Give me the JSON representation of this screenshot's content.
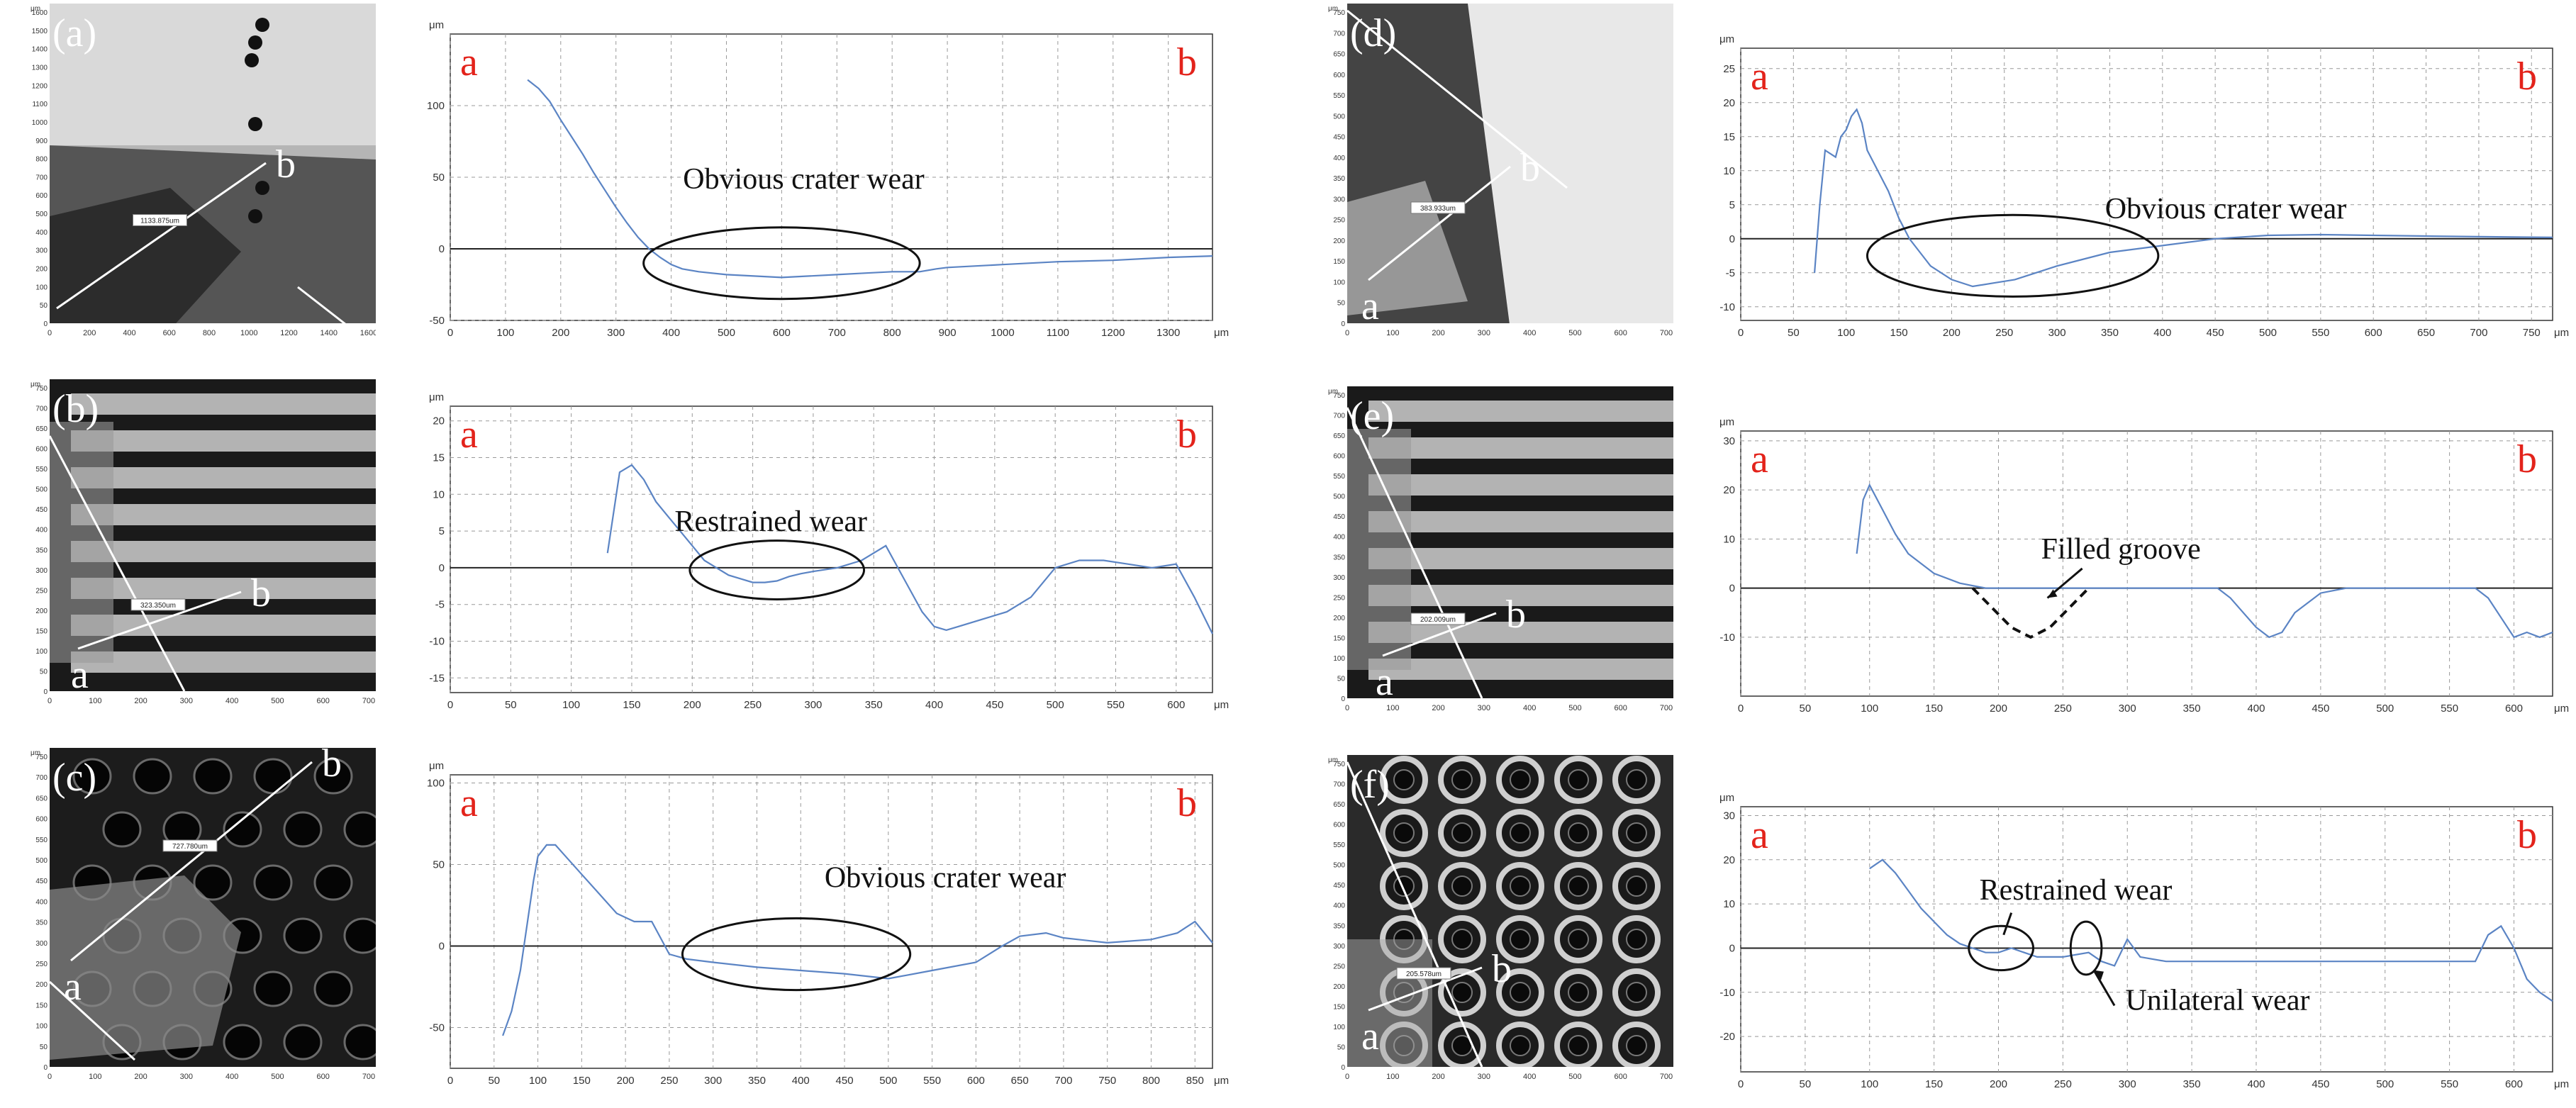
{
  "figure": {
    "microscope_unit": "μm",
    "endpoint_a": "a",
    "endpoint_b": "b"
  },
  "chart_data": [
    {
      "type": "line",
      "panel": "(a)",
      "panel_key": "a",
      "micro_measure": "1133.875um",
      "micro_ticks_x": [
        "0",
        "200",
        "400",
        "600",
        "800",
        "1000",
        "1200",
        "1400",
        "1600"
      ],
      "micro_ticks_y": [
        "0",
        "50",
        "100",
        "200",
        "300",
        "400",
        "500",
        "600",
        "700",
        "800",
        "900",
        "1000",
        "1100",
        "1200",
        "1300",
        "1400",
        "1500",
        "1600"
      ],
      "y_unit": "μm",
      "x_unit": "μm",
      "xlim": [
        0,
        1380
      ],
      "ylim": [
        -50,
        150
      ],
      "x_ticks": [
        0,
        100,
        200,
        300,
        400,
        500,
        600,
        700,
        800,
        900,
        1000,
        1100,
        1200,
        1300
      ],
      "y_ticks": [
        -50,
        0,
        50,
        100
      ],
      "left_label": "a",
      "right_label": "b",
      "series": [
        {
          "x": [
            140,
            160,
            180,
            200,
            220,
            240,
            260,
            280,
            300,
            320,
            340,
            360,
            380,
            400,
            420,
            450,
            500,
            550,
            600,
            650,
            700,
            750,
            800,
            850,
            880,
            900,
            1000,
            1100,
            1200,
            1300,
            1380
          ],
          "y": [
            118,
            112,
            103,
            90,
            78,
            66,
            53,
            41,
            29,
            18,
            8,
            0,
            -6,
            -11,
            -14,
            -16,
            -18,
            -19,
            -20,
            -19,
            -18,
            -17,
            -16,
            -16,
            -14,
            -13,
            -11,
            -9,
            -8,
            -6,
            -5
          ]
        }
      ],
      "annotations": [
        {
          "text": "Obvious crater wear",
          "x": 640,
          "y": 42
        },
        {
          "ellipse": true,
          "cx": 600,
          "cy": -10,
          "rx_data": 250,
          "ry_data": 25
        }
      ]
    },
    {
      "type": "line",
      "panel": "(b)",
      "panel_key": "b",
      "micro_measure": "323.350um",
      "micro_ticks_x": [
        "0",
        "100",
        "200",
        "300",
        "400",
        "500",
        "600",
        "700"
      ],
      "micro_ticks_y": [
        "0",
        "50",
        "100",
        "150",
        "200",
        "250",
        "300",
        "350",
        "400",
        "450",
        "500",
        "550",
        "600",
        "650",
        "700",
        "750"
      ],
      "y_unit": "μm",
      "x_unit": "μm",
      "xlim": [
        0,
        630
      ],
      "ylim": [
        -17,
        22
      ],
      "x_ticks": [
        0,
        50,
        100,
        150,
        200,
        250,
        300,
        350,
        400,
        450,
        500,
        550,
        600
      ],
      "y_ticks": [
        -15,
        -10,
        -5,
        0,
        5,
        10,
        15,
        20
      ],
      "left_label": "a",
      "right_label": "b",
      "series": [
        {
          "x": [
            130,
            140,
            150,
            160,
            170,
            180,
            190,
            200,
            210,
            220,
            230,
            240,
            250,
            260,
            270,
            280,
            290,
            300,
            320,
            340,
            360,
            370,
            380,
            390,
            400,
            410,
            420,
            440,
            460,
            480,
            500,
            520,
            540,
            560,
            580,
            600,
            615,
            630
          ],
          "y": [
            2,
            13,
            14,
            12,
            9,
            7,
            5,
            3,
            1,
            0,
            -1,
            -1.5,
            -2,
            -2,
            -1.8,
            -1.2,
            -0.8,
            -0.5,
            0,
            1,
            3,
            0,
            -3,
            -6,
            -8,
            -8.5,
            -8,
            -7,
            -6,
            -4,
            0,
            1,
            1,
            0.5,
            0,
            0.5,
            -4,
            -9
          ]
        }
      ],
      "annotations": [
        {
          "text": "Restrained wear",
          "x": 265,
          "y": 5
        },
        {
          "ellipse": true,
          "cx": 270,
          "cy": -0.3,
          "rx_data": 72,
          "ry_data": 4
        }
      ]
    },
    {
      "type": "line",
      "panel": "(c)",
      "panel_key": "c",
      "micro_measure": "727.780um",
      "micro_ticks_x": [
        "0",
        "100",
        "200",
        "300",
        "400",
        "500",
        "600",
        "700"
      ],
      "micro_ticks_y": [
        "0",
        "50",
        "100",
        "150",
        "200",
        "250",
        "300",
        "350",
        "400",
        "450",
        "500",
        "550",
        "600",
        "650",
        "700",
        "750"
      ],
      "y_unit": "μm",
      "x_unit": "μm",
      "xlim": [
        0,
        870
      ],
      "ylim": [
        -75,
        105
      ],
      "x_ticks": [
        0,
        50,
        100,
        150,
        200,
        250,
        300,
        350,
        400,
        450,
        500,
        550,
        600,
        650,
        700,
        750,
        800,
        850
      ],
      "y_ticks": [
        -50,
        0,
        50,
        100
      ],
      "left_label": "a",
      "right_label": "b",
      "series": [
        {
          "x": [
            60,
            70,
            80,
            95,
            100,
            110,
            120,
            130,
            150,
            170,
            190,
            210,
            230,
            240,
            250,
            270,
            300,
            350,
            400,
            450,
            500,
            520,
            550,
            600,
            630,
            650,
            680,
            700,
            750,
            800,
            830,
            850,
            870
          ],
          "y": [
            -55,
            -40,
            -15,
            40,
            55,
            62,
            62,
            56,
            44,
            32,
            20,
            15,
            15,
            5,
            -5,
            -8,
            -10,
            -13,
            -15,
            -17,
            -20,
            -18,
            -15,
            -10,
            0,
            6,
            8,
            5,
            2,
            4,
            8,
            15,
            2
          ]
        }
      ],
      "annotations": [
        {
          "text": "Obvious crater wear",
          "x": 565,
          "y": 36
        },
        {
          "ellipse": true,
          "cx": 395,
          "cy": -5,
          "rx_data": 130,
          "ry_data": 22
        }
      ]
    },
    {
      "type": "line",
      "panel": "(d)",
      "panel_key": "d",
      "micro_measure": "383.933um",
      "micro_ticks_x": [
        "0",
        "100",
        "200",
        "300",
        "400",
        "500",
        "600",
        "700"
      ],
      "micro_ticks_y": [
        "0",
        "50",
        "100",
        "150",
        "200",
        "250",
        "300",
        "350",
        "400",
        "450",
        "500",
        "550",
        "600",
        "650",
        "700",
        "750"
      ],
      "y_unit": "μm",
      "x_unit": "μm",
      "xlim": [
        0,
        770
      ],
      "ylim": [
        -12,
        28
      ],
      "x_ticks": [
        0,
        50,
        100,
        150,
        200,
        250,
        300,
        350,
        400,
        450,
        500,
        550,
        600,
        650,
        700,
        750
      ],
      "y_ticks": [
        -10,
        -5,
        0,
        5,
        10,
        15,
        20,
        25
      ],
      "left_label": "a",
      "right_label": "b",
      "series": [
        {
          "x": [
            70,
            75,
            80,
            90,
            95,
            100,
            105,
            110,
            115,
            120,
            130,
            140,
            150,
            160,
            170,
            180,
            200,
            220,
            240,
            260,
            280,
            300,
            350,
            400,
            450,
            500,
            550,
            600,
            650,
            700,
            770
          ],
          "y": [
            -5,
            5,
            13,
            12,
            15,
            16,
            18,
            19,
            17,
            13,
            10,
            7,
            3,
            0,
            -2,
            -4,
            -6,
            -7,
            -6.5,
            -6,
            -5,
            -4,
            -2,
            -1,
            0,
            0.5,
            0.6,
            0.5,
            0.4,
            0.3,
            0.2
          ]
        }
      ],
      "annotations": [
        {
          "text": "Obvious crater wear",
          "x": 460,
          "y": 3
        },
        {
          "ellipse": true,
          "cx": 258,
          "cy": -2.5,
          "rx_data": 138,
          "ry_data": 6
        }
      ]
    },
    {
      "type": "line",
      "panel": "(e)",
      "panel_key": "e",
      "micro_measure": "202.009um",
      "micro_ticks_x": [
        "0",
        "100",
        "200",
        "300",
        "400",
        "500",
        "600",
        "700"
      ],
      "micro_ticks_y": [
        "0",
        "50",
        "100",
        "150",
        "200",
        "250",
        "300",
        "350",
        "400",
        "450",
        "500",
        "550",
        "600",
        "650",
        "700",
        "750"
      ],
      "y_unit": "μm",
      "x_unit": "μm",
      "xlim": [
        0,
        630
      ],
      "ylim": [
        -22,
        32
      ],
      "x_ticks": [
        0,
        50,
        100,
        150,
        200,
        250,
        300,
        350,
        400,
        450,
        500,
        550,
        600
      ],
      "y_ticks": [
        -10,
        0,
        10,
        20,
        30
      ],
      "left_label": "a",
      "right_label": "b",
      "series": [
        {
          "x": [
            90,
            95,
            100,
            110,
            120,
            130,
            140,
            150,
            170,
            190,
            210,
            230,
            250,
            270,
            290,
            310,
            330,
            350,
            370,
            380,
            390,
            400,
            410,
            420,
            430,
            450,
            470,
            500,
            540,
            570,
            580,
            590,
            600,
            610,
            620,
            630
          ],
          "y": [
            7,
            18,
            21,
            16,
            11,
            7,
            5,
            3,
            1,
            0,
            0,
            0,
            0,
            0,
            0,
            0,
            0,
            0,
            0,
            -2,
            -5,
            -8,
            -10,
            -9,
            -5,
            -1,
            0,
            0,
            0,
            0,
            -2,
            -6,
            -10,
            -9,
            -10,
            -9
          ]
        }
      ],
      "annotations": [
        {
          "text": "Filled groove",
          "x": 295,
          "y": 6
        },
        {
          "dashed_groove": true,
          "x": [
            180,
            195,
            210,
            225,
            240,
            255,
            270
          ],
          "y": [
            0,
            -4,
            -8,
            -10,
            -8,
            -4,
            0
          ]
        }
      ]
    },
    {
      "type": "line",
      "panel": "(f)",
      "panel_key": "f",
      "micro_measure": "205.578um",
      "micro_ticks_x": [
        "0",
        "100",
        "200",
        "300",
        "400",
        "500",
        "600",
        "700"
      ],
      "micro_ticks_y": [
        "0",
        "50",
        "100",
        "150",
        "200",
        "250",
        "300",
        "350",
        "400",
        "450",
        "500",
        "550",
        "600",
        "650",
        "700",
        "750"
      ],
      "y_unit": "μm",
      "x_unit": "μm",
      "xlim": [
        0,
        630
      ],
      "ylim": [
        -28,
        32
      ],
      "x_ticks": [
        0,
        50,
        100,
        150,
        200,
        250,
        300,
        350,
        400,
        450,
        500,
        550,
        600
      ],
      "y_ticks": [
        -20,
        -10,
        0,
        10,
        20,
        30
      ],
      "left_label": "a",
      "right_label": "b",
      "series": [
        {
          "x": [
            100,
            110,
            120,
            130,
            140,
            150,
            160,
            170,
            180,
            190,
            200,
            210,
            220,
            230,
            250,
            270,
            280,
            290,
            300,
            310,
            330,
            350,
            400,
            450,
            500,
            550,
            570,
            580,
            590,
            600,
            610,
            620,
            630
          ],
          "y": [
            18,
            20,
            17,
            13,
            9,
            6,
            3,
            1,
            0,
            -1,
            -1,
            0,
            -1,
            -2,
            -2,
            -1,
            -3,
            -4,
            2,
            -2,
            -3,
            -3,
            -3,
            -3,
            -3,
            -3,
            -3,
            3,
            5,
            0,
            -7,
            -10,
            -12
          ]
        }
      ],
      "annotations": [
        {
          "text": "Restrained wear",
          "x": 260,
          "y": 11
        },
        {
          "text": "Unilateral wear",
          "x": 370,
          "y": -14
        },
        {
          "ellipse": true,
          "cx": 202,
          "cy": 0,
          "rx_data": 25,
          "ry_data": 5
        },
        {
          "circle": true,
          "cx": 268,
          "cy": 0,
          "rx_data": 12,
          "ry_data": 6
        }
      ]
    }
  ]
}
